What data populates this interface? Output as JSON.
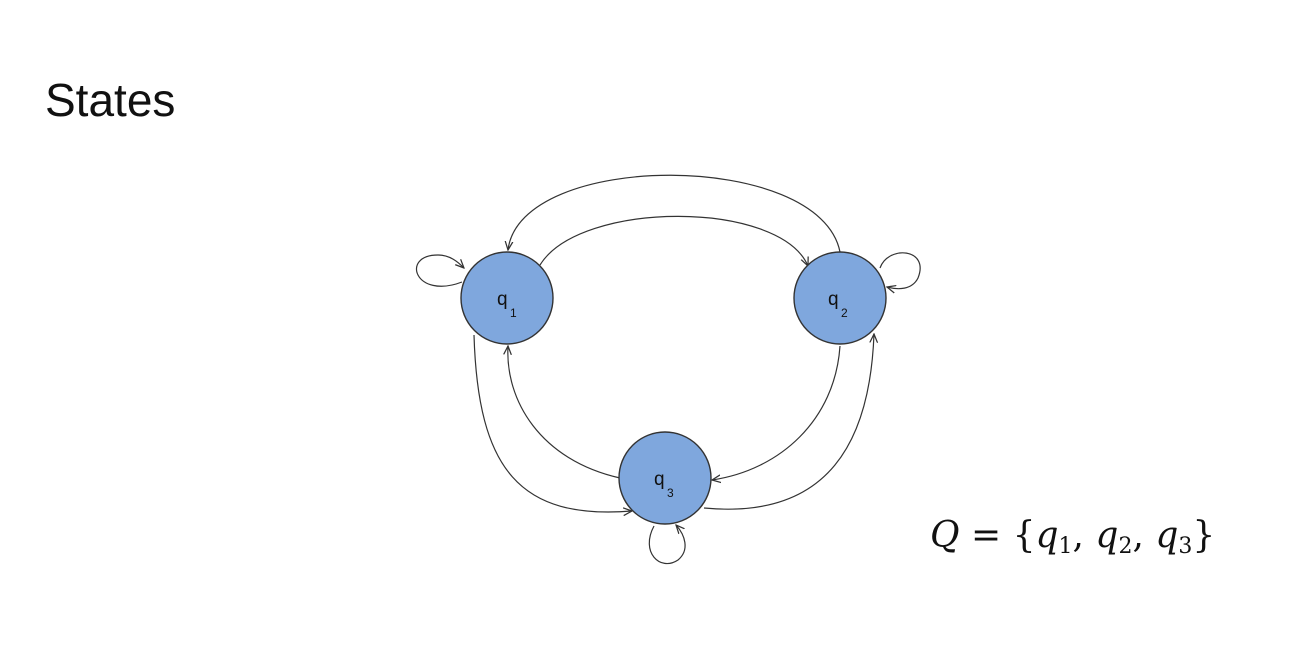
{
  "title": "States",
  "colors": {
    "node_fill": "#7fa7dd",
    "node_stroke": "#333333",
    "edge": "#333333"
  },
  "nodes": [
    {
      "id": "q1",
      "label": "q",
      "sub": "1"
    },
    {
      "id": "q2",
      "label": "q",
      "sub": "2"
    },
    {
      "id": "q3",
      "label": "q",
      "sub": "3"
    }
  ],
  "edges": [
    {
      "from": "q1",
      "to": "q1"
    },
    {
      "from": "q2",
      "to": "q2"
    },
    {
      "from": "q3",
      "to": "q3"
    },
    {
      "from": "q1",
      "to": "q2"
    },
    {
      "from": "q2",
      "to": "q1"
    },
    {
      "from": "q1",
      "to": "q3"
    },
    {
      "from": "q3",
      "to": "q1"
    },
    {
      "from": "q2",
      "to": "q3"
    },
    {
      "from": "q3",
      "to": "q2"
    }
  ],
  "formula": {
    "lhs": "Q",
    "eq": " = {",
    "items": [
      {
        "label": "q",
        "sub": "1"
      },
      {
        "label": "q",
        "sub": "2"
      },
      {
        "label": "q",
        "sub": "3"
      }
    ],
    "sep": ", ",
    "close": "}"
  }
}
